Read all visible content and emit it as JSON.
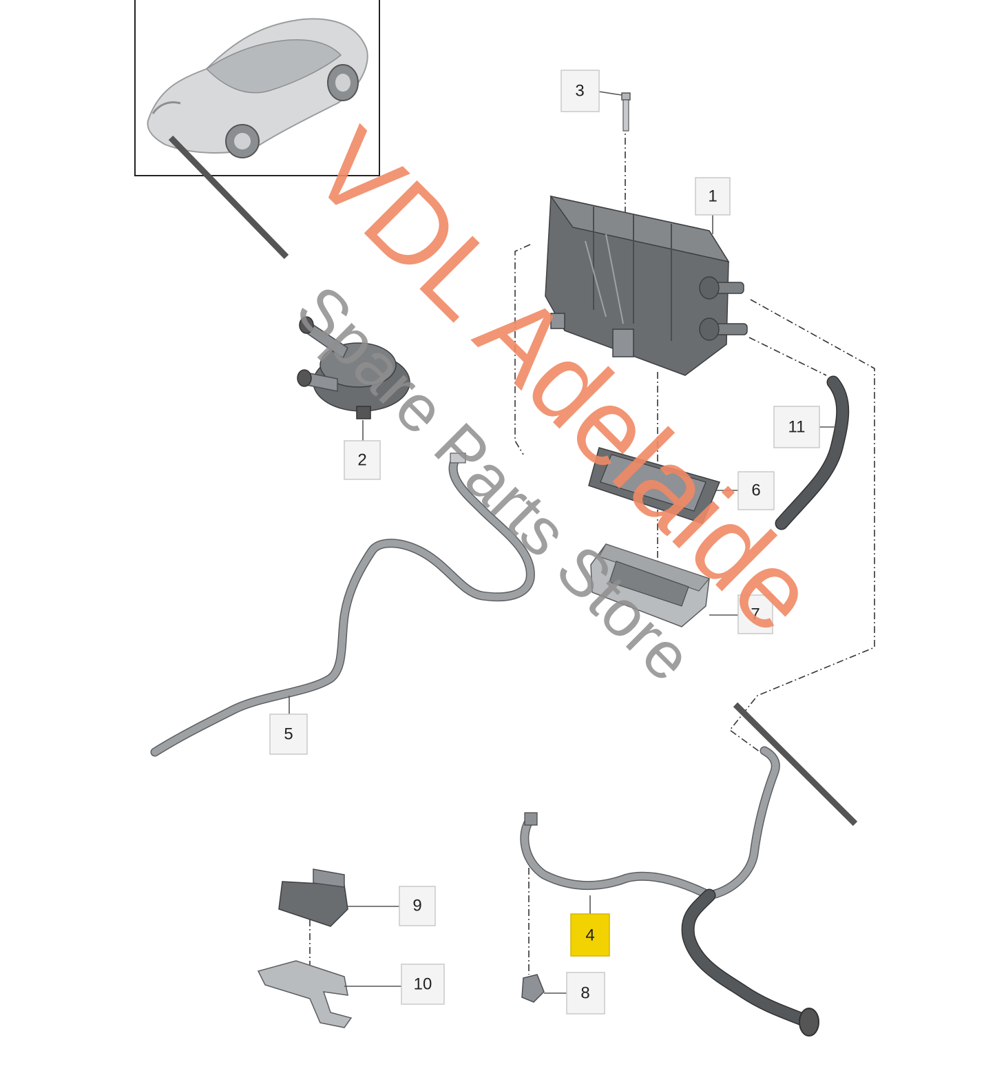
{
  "diagram": {
    "callouts": [
      {
        "id": "1",
        "label": "1",
        "highlight": false
      },
      {
        "id": "2",
        "label": "2",
        "highlight": false
      },
      {
        "id": "3",
        "label": "3",
        "highlight": false
      },
      {
        "id": "4",
        "label": "4",
        "highlight": true
      },
      {
        "id": "5",
        "label": "5",
        "highlight": false
      },
      {
        "id": "6",
        "label": "6",
        "highlight": false
      },
      {
        "id": "7",
        "label": "7",
        "highlight": false
      },
      {
        "id": "8",
        "label": "8",
        "highlight": false
      },
      {
        "id": "9",
        "label": "9",
        "highlight": false
      },
      {
        "id": "10",
        "label": "10",
        "highlight": false
      },
      {
        "id": "11",
        "label": "11",
        "highlight": false
      }
    ],
    "highlight_color": "#f2d200"
  },
  "watermark": {
    "line1": "VDL Adelaide",
    "line2": "Spare Parts Store",
    "color": "#f08a66"
  },
  "icons": {
    "vehicle": "car-thumbnail-icon"
  }
}
